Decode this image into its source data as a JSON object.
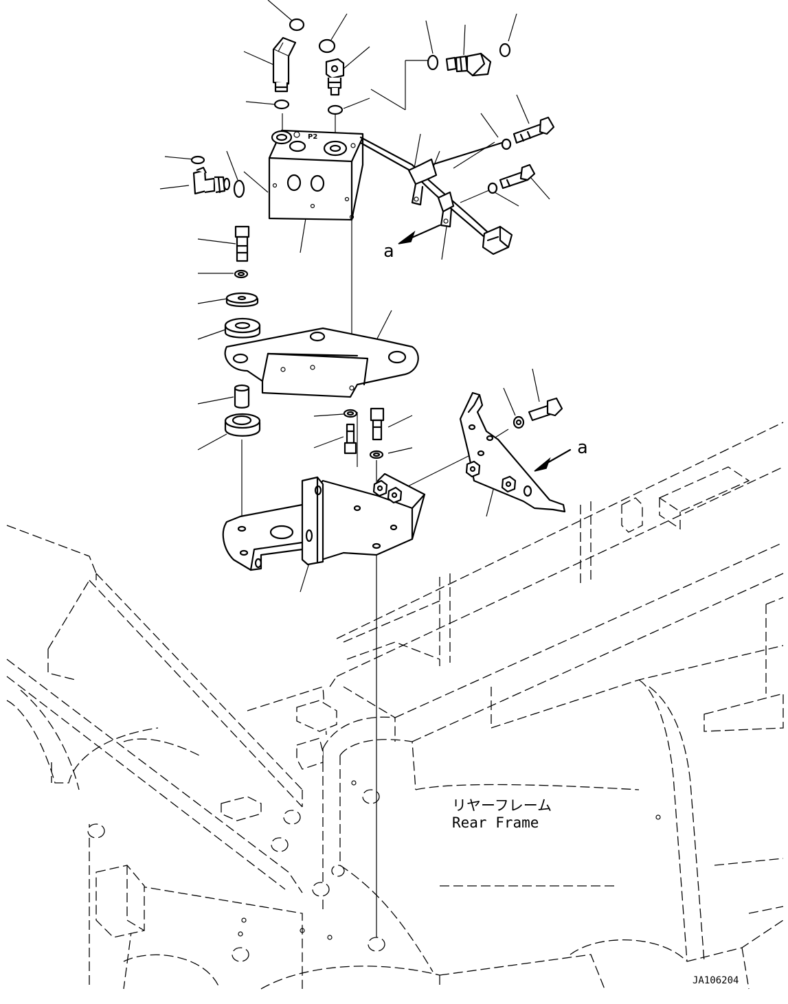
{
  "labels": {
    "callout_a_top": "a",
    "callout_a_right": "a",
    "frame_name_jp": "リヤーフレーム",
    "frame_name_en": "Rear Frame",
    "valve_port": "P2",
    "drawing_code": "JA106204"
  },
  "icons": {
    "arrow": "arrow-icon"
  }
}
